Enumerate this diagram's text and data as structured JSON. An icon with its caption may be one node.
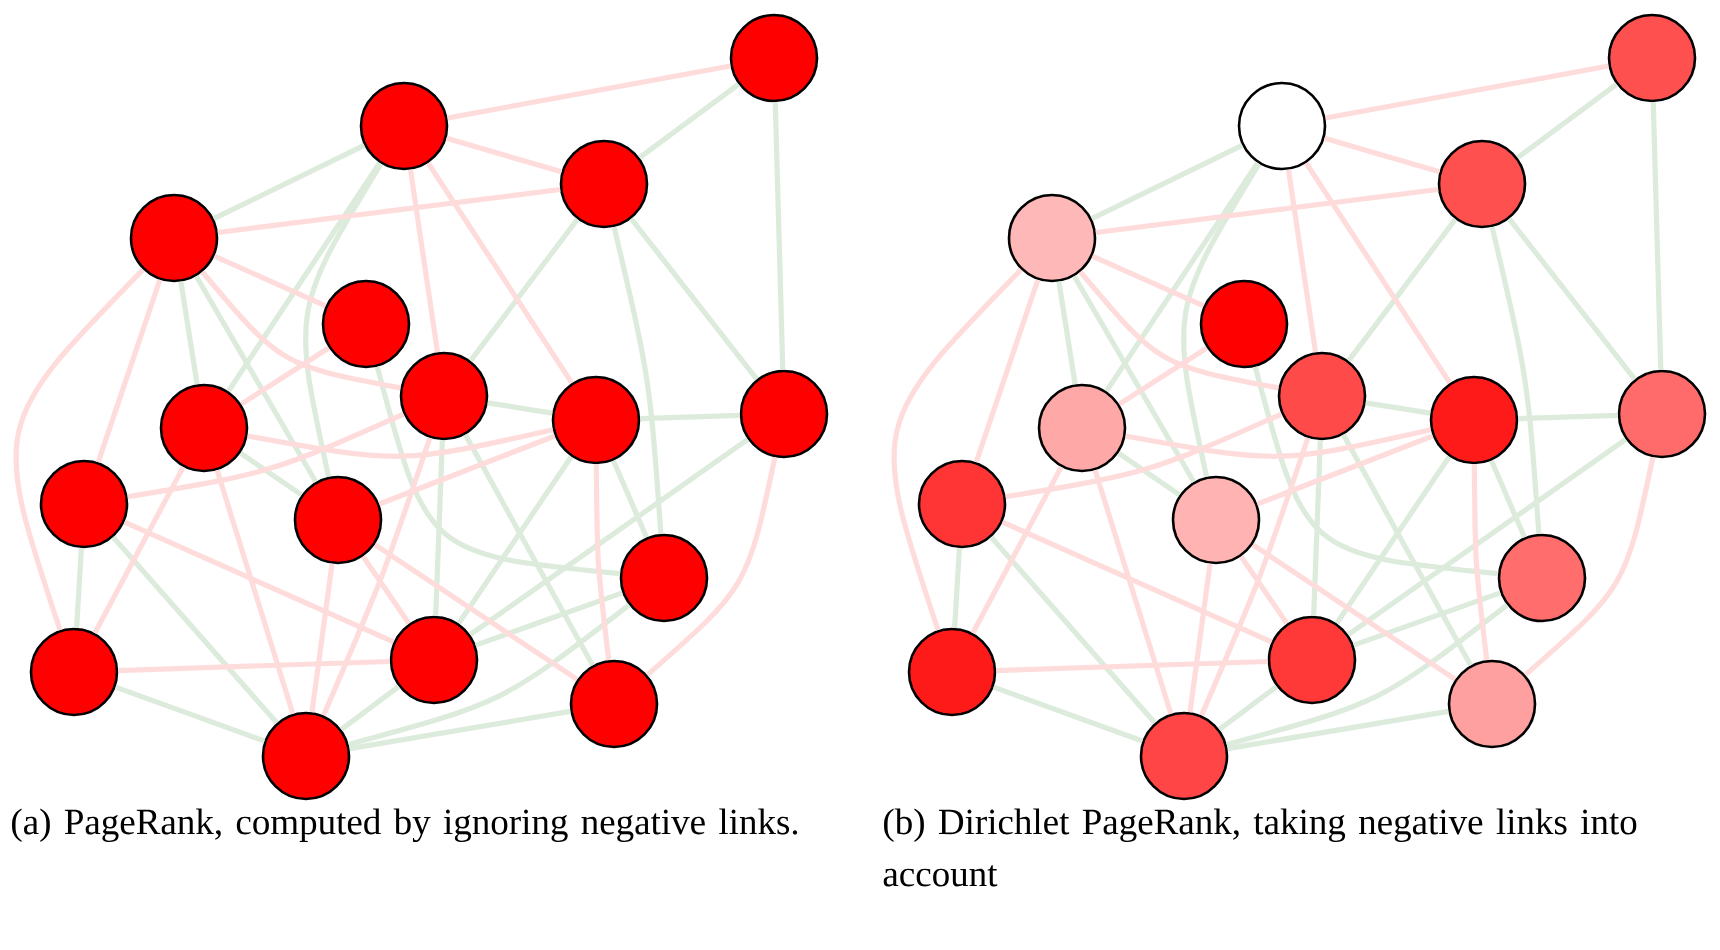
{
  "diagram": {
    "nodes": [
      {
        "text": [],
        "shape": "circle"
      },
      {
        "text": [],
        "shape": "circle"
      },
      {
        "text": [],
        "shape": "circle"
      },
      {
        "text": [],
        "shape": "circle"
      },
      {
        "text": [],
        "shape": "circle"
      },
      {
        "text": [],
        "shape": "circle"
      },
      {
        "text": [],
        "shape": "circle"
      },
      {
        "text": [],
        "shape": "circle"
      },
      {
        "text": [],
        "shape": "circle"
      },
      {
        "text": [],
        "shape": "circle"
      },
      {
        "text": [],
        "shape": "circle"
      },
      {
        "text": [],
        "shape": "circle"
      },
      {
        "text": [],
        "shape": "circle"
      },
      {
        "text": [],
        "shape": "circle"
      },
      {
        "text": [],
        "shape": "circle"
      },
      {
        "text": [],
        "shape": "circle"
      },
      {
        "text": [],
        "shape": "circle"
      },
      {
        "text": [],
        "shape": "circle"
      },
      {
        "text": [],
        "shape": "circle"
      },
      {
        "text": [],
        "shape": "circle"
      },
      {
        "text": [],
        "shape": "circle"
      },
      {
        "text": [],
        "shape": "circle"
      },
      {
        "text": [],
        "shape": "circle"
      },
      {
        "text": [],
        "shape": "circle"
      },
      {
        "text": [],
        "shape": "circle"
      },
      {
        "text": [],
        "shape": "circle"
      },
      {
        "text": [],
        "shape": "circle"
      },
      {
        "text": [],
        "shape": "circle"
      },
      {
        "text": [],
        "shape": "circle"
      },
      {
        "text": [],
        "shape": "circle"
      },
      {
        "text": [],
        "shape": "circle"
      },
      {
        "text": [],
        "shape": "circle"
      }
    ],
    "edges": [
      {
        "from": 0,
        "to": 2,
        "arrow": "none"
      },
      {
        "from": 0,
        "to": 8,
        "arrow": "none"
      },
      {
        "from": 1,
        "to": 3,
        "arrow": "none"
      },
      {
        "from": 1,
        "to": 6,
        "arrow": "none"
      },
      {
        "from": 1,
        "to": 10,
        "arrow": "none"
      },
      {
        "from": 2,
        "to": 5,
        "arrow": "none"
      },
      {
        "from": 2,
        "to": 11,
        "arrow": "none"
      },
      {
        "from": 2,
        "to": 8,
        "arrow": "none"
      },
      {
        "from": 3,
        "to": 6,
        "arrow": "none"
      },
      {
        "from": 3,
        "to": 10,
        "arrow": "none"
      },
      {
        "from": 5,
        "to": 7,
        "arrow": "none"
      },
      {
        "from": 7,
        "to": 8,
        "arrow": "none"
      },
      {
        "from": 5,
        "to": 13,
        "arrow": "none"
      },
      {
        "from": 5,
        "to": 14,
        "arrow": "none"
      },
      {
        "from": 4,
        "to": 11,
        "arrow": "none"
      },
      {
        "from": 7,
        "to": 13,
        "arrow": "none"
      },
      {
        "from": 7,
        "to": 11,
        "arrow": "none"
      },
      {
        "from": 8,
        "to": 13,
        "arrow": "none"
      },
      {
        "from": 11,
        "to": 15,
        "arrow": "none"
      },
      {
        "from": 11,
        "to": 13,
        "arrow": "none"
      },
      {
        "from": 9,
        "to": 12,
        "arrow": "none"
      },
      {
        "from": 9,
        "to": 15,
        "arrow": "none"
      },
      {
        "from": 12,
        "to": 15,
        "arrow": "none"
      },
      {
        "from": 15,
        "to": 14,
        "arrow": "none"
      },
      {
        "from": 15,
        "to": 13,
        "arrow": "none"
      },
      {
        "from": 6,
        "to": 10,
        "arrow": "none"
      },
      {
        "from": 0,
        "to": 1,
        "arrow": "none",
        "color": "#ffdcdc"
      },
      {
        "from": 1,
        "to": 2,
        "arrow": "none",
        "color": "#ffdcdc"
      },
      {
        "from": 2,
        "to": 3,
        "arrow": "none",
        "color": "#ffdcdc"
      },
      {
        "from": 1,
        "to": 7,
        "arrow": "none",
        "color": "#ffdcdc"
      },
      {
        "from": 1,
        "to": 5,
        "arrow": "none",
        "color": "#ffdcdc"
      },
      {
        "from": 3,
        "to": 9,
        "arrow": "none",
        "color": "#ffdcdc"
      },
      {
        "from": 3,
        "to": 12,
        "arrow": "none",
        "color": "#ffdcdc"
      },
      {
        "from": 3,
        "to": 4,
        "arrow": "none",
        "color": "#ffdcdc"
      },
      {
        "from": 3,
        "to": 5,
        "arrow": "none",
        "color": "#ffdcdc"
      },
      {
        "from": 4,
        "to": 6,
        "arrow": "none",
        "color": "#ffdcdc"
      },
      {
        "from": 6,
        "to": 7,
        "arrow": "none",
        "color": "#ffdcdc"
      },
      {
        "from": 6,
        "to": 15,
        "arrow": "none",
        "color": "#ffdcdc"
      },
      {
        "from": 6,
        "to": 12,
        "arrow": "none",
        "color": "#ffdcdc"
      },
      {
        "from": 9,
        "to": 5,
        "arrow": "none",
        "color": "#ffdcdc"
      },
      {
        "from": 9,
        "to": 13,
        "arrow": "none",
        "color": "#ffdcdc"
      },
      {
        "from": 10,
        "to": 7,
        "arrow": "none",
        "color": "#ffdcdc"
      },
      {
        "from": 10,
        "to": 14,
        "arrow": "none",
        "color": "#ffdcdc"
      },
      {
        "from": 10,
        "to": 15,
        "arrow": "none",
        "color": "#ffdcdc"
      },
      {
        "from": 5,
        "to": 15,
        "arrow": "none",
        "color": "#ffdcdc"
      },
      {
        "from": 7,
        "to": 14,
        "arrow": "none",
        "color": "#ffdcdc"
      },
      {
        "from": 12,
        "to": 13,
        "arrow": "none",
        "color": "#ffdcdc"
      },
      {
        "from": 10,
        "to": 13,
        "arrow": "none",
        "color": "#ffdcdc"
      },
      {
        "from": 8,
        "to": 14,
        "arrow": "none",
        "color": "#ffdcdc"
      },
      {
        "from": 16,
        "to": 18,
        "arrow": "none"
      },
      {
        "from": 16,
        "to": 24,
        "arrow": "none"
      },
      {
        "from": 17,
        "to": 19,
        "arrow": "none"
      },
      {
        "from": 17,
        "to": 22,
        "arrow": "none"
      },
      {
        "from": 17,
        "to": 26,
        "arrow": "none"
      },
      {
        "from": 18,
        "to": 21,
        "arrow": "none"
      },
      {
        "from": 18,
        "to": 27,
        "arrow": "none"
      },
      {
        "from": 18,
        "to": 24,
        "arrow": "none"
      },
      {
        "from": 19,
        "to": 22,
        "arrow": "none"
      },
      {
        "from": 19,
        "to": 26,
        "arrow": "none"
      },
      {
        "from": 21,
        "to": 23,
        "arrow": "none"
      },
      {
        "from": 23,
        "to": 24,
        "arrow": "none"
      },
      {
        "from": 21,
        "to": 29,
        "arrow": "none"
      },
      {
        "from": 21,
        "to": 30,
        "arrow": "none"
      },
      {
        "from": 20,
        "to": 27,
        "arrow": "none"
      },
      {
        "from": 23,
        "to": 29,
        "arrow": "none"
      },
      {
        "from": 23,
        "to": 27,
        "arrow": "none"
      },
      {
        "from": 24,
        "to": 29,
        "arrow": "none"
      },
      {
        "from": 27,
        "to": 31,
        "arrow": "none"
      },
      {
        "from": 27,
        "to": 29,
        "arrow": "none"
      },
      {
        "from": 25,
        "to": 28,
        "arrow": "none"
      },
      {
        "from": 25,
        "to": 31,
        "arrow": "none"
      },
      {
        "from": 28,
        "to": 31,
        "arrow": "none"
      },
      {
        "from": 31,
        "to": 30,
        "arrow": "none"
      },
      {
        "from": 31,
        "to": 29,
        "arrow": "none"
      },
      {
        "from": 22,
        "to": 26,
        "arrow": "none"
      },
      {
        "from": 16,
        "to": 17,
        "arrow": "none",
        "color": "#ffdcdc"
      },
      {
        "from": 17,
        "to": 18,
        "arrow": "none",
        "color": "#ffdcdc"
      },
      {
        "from": 18,
        "to": 19,
        "arrow": "none",
        "color": "#ffdcdc"
      },
      {
        "from": 17,
        "to": 23,
        "arrow": "none",
        "color": "#ffdcdc"
      },
      {
        "from": 17,
        "to": 21,
        "arrow": "none",
        "color": "#ffdcdc"
      },
      {
        "from": 19,
        "to": 25,
        "arrow": "none",
        "color": "#ffdcdc"
      },
      {
        "from": 19,
        "to": 28,
        "arrow": "none",
        "color": "#ffdcdc"
      },
      {
        "from": 19,
        "to": 20,
        "arrow": "none",
        "color": "#ffdcdc"
      },
      {
        "from": 19,
        "to": 21,
        "arrow": "none",
        "color": "#ffdcdc"
      },
      {
        "from": 20,
        "to": 22,
        "arrow": "none",
        "color": "#ffdcdc"
      },
      {
        "from": 22,
        "to": 23,
        "arrow": "none",
        "color": "#ffdcdc"
      },
      {
        "from": 22,
        "to": 31,
        "arrow": "none",
        "color": "#ffdcdc"
      },
      {
        "from": 22,
        "to": 28,
        "arrow": "none",
        "color": "#ffdcdc"
      },
      {
        "from": 25,
        "to": 21,
        "arrow": "none",
        "color": "#ffdcdc"
      },
      {
        "from": 25,
        "to": 29,
        "arrow": "none",
        "color": "#ffdcdc"
      },
      {
        "from": 26,
        "to": 23,
        "arrow": "none",
        "color": "#ffdcdc"
      },
      {
        "from": 26,
        "to": 30,
        "arrow": "none",
        "color": "#ffdcdc"
      },
      {
        "from": 26,
        "to": 31,
        "arrow": "none",
        "color": "#ffdcdc"
      },
      {
        "from": 21,
        "to": 31,
        "arrow": "none",
        "color": "#ffdcdc"
      },
      {
        "from": 23,
        "to": 30,
        "arrow": "none",
        "color": "#ffdcdc"
      },
      {
        "from": 28,
        "to": 29,
        "arrow": "none",
        "color": "#ffdcdc"
      },
      {
        "from": 26,
        "to": 29,
        "arrow": "none",
        "color": "#ffdcdc"
      },
      {
        "from": 24,
        "to": 30,
        "arrow": "none",
        "color": "#ffdcdc"
      }
    ],
    "labels": [
      "(a) PageRank, computed by ignoring negative links.",
      "(b) Dirichlet PageRank, taking negative links into account"
    ]
  }
}
